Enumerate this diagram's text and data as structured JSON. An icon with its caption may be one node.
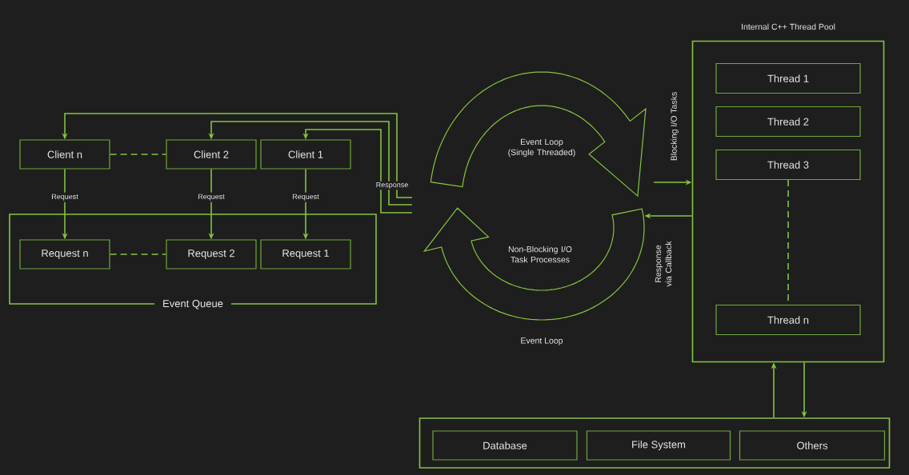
{
  "diagram": {
    "nodes": [
      {
        "text": [
          "Event Queue"
        ]
      },
      {
        "text": [
          "Client n"
        ]
      },
      {
        "text": [
          "Client 2"
        ]
      },
      {
        "text": [
          "Client 1"
        ]
      },
      {
        "text": [
          "Request n"
        ],
        "in": 0
      },
      {
        "text": [
          "Request 2"
        ],
        "in": 0
      },
      {
        "text": [
          "Request 1"
        ],
        "in": 0
      },
      {
        "text": [
          "Event Loop (Single Threaded)"
        ]
      },
      {
        "text": [
          "Non-Blocking I/O Task Processes"
        ]
      },
      {
        "text": [
          "Internal C++ Thread Pool"
        ]
      },
      {
        "text": [
          "Thread 1"
        ],
        "in": 9
      },
      {
        "text": [
          "Thread 2"
        ],
        "in": 9
      },
      {
        "text": [
          "Thread 3"
        ],
        "in": 9
      },
      {
        "text": [
          "Thread n"
        ],
        "in": 9
      },
      {
        "text": [],
        "shape": "box"
      },
      {
        "text": [
          "Database"
        ],
        "in": 14
      },
      {
        "text": [
          "File System"
        ],
        "in": 14
      },
      {
        "text": [
          "Others"
        ],
        "in": 14
      },
      {
        "text": [
          "Response"
        ]
      }
    ],
    "edges": [
      {
        "from": 1,
        "to": 2,
        "arrow": "none",
        "style": "dashed"
      },
      {
        "from": 4,
        "to": 5,
        "arrow": "none",
        "style": "dashed"
      },
      {
        "from": 1,
        "to": 4,
        "arrow": "to",
        "label": "Request"
      },
      {
        "from": 2,
        "to": 5,
        "arrow": "to",
        "label": "Request"
      },
      {
        "from": 3,
        "to": 6,
        "arrow": "to",
        "label": "Request"
      },
      {
        "from": 18,
        "to": 1,
        "arrow": "to"
      },
      {
        "from": 18,
        "to": 2,
        "arrow": "to"
      },
      {
        "from": 18,
        "to": 3,
        "arrow": "to"
      },
      {
        "from": 7,
        "to": 9,
        "arrow": "to",
        "label": "Blocking I/O Tasks"
      },
      {
        "from": 9,
        "to": 8,
        "arrow": "to",
        "label": "Response via Callback"
      },
      {
        "from": 12,
        "to": 13,
        "arrow": "none",
        "style": "dashed"
      },
      {
        "from": 14,
        "to": 9,
        "arrow": "to"
      },
      {
        "from": 9,
        "to": 14,
        "arrow": "to"
      }
    ],
    "labels": [
      "Event Loop"
    ]
  }
}
